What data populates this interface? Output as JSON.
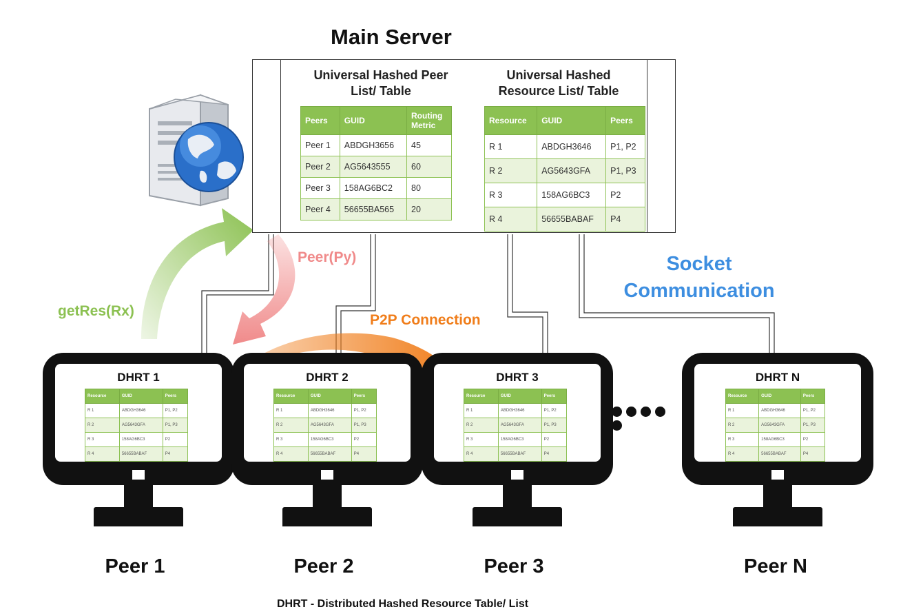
{
  "title": "Main Server",
  "peer_table": {
    "heading": "Universal Hashed Peer List/ Table",
    "columns": [
      "Peers",
      "GUID",
      "Routing Metric"
    ],
    "rows": [
      [
        "Peer 1",
        "ABDGH3656",
        "45"
      ],
      [
        "Peer 2",
        "AG5643555",
        "60"
      ],
      [
        "Peer 3",
        "158AG6BC2",
        "80"
      ],
      [
        "Peer 4",
        "56655BA565",
        "20"
      ]
    ]
  },
  "resource_table": {
    "heading": "Universal Hashed Resource List/ Table",
    "columns": [
      "Resource",
      "GUID",
      "Peers"
    ],
    "rows": [
      [
        "R 1",
        "ABDGH3646",
        "P1, P2"
      ],
      [
        "R 2",
        "AG5643GFA",
        "P1, P3"
      ],
      [
        "R 3",
        "158AG6BC3",
        "P2"
      ],
      [
        "R 4",
        "56655BABAF",
        "P4"
      ]
    ]
  },
  "dhrt": {
    "columns": [
      "Resource",
      "GUID",
      "Peers"
    ],
    "rows": [
      [
        "R 1",
        "ABDGH3646",
        "P1, P2"
      ],
      [
        "R 2",
        "AG5643GFA",
        "P1, P3"
      ],
      [
        "R 3",
        "158AG6BC3",
        "P2"
      ],
      [
        "R 4",
        "56655BABAF",
        "P4"
      ]
    ]
  },
  "monitors": [
    {
      "dhrt_label": "DHRT 1",
      "peer_label": "Peer 1"
    },
    {
      "dhrt_label": "DHRT 2",
      "peer_label": "Peer 2"
    },
    {
      "dhrt_label": "DHRT 3",
      "peer_label": "Peer 3"
    },
    {
      "dhrt_label": "DHRT N",
      "peer_label": "Peer N"
    }
  ],
  "labels": {
    "get_res": "getRes(Rx)",
    "peer_py": "Peer(Py)",
    "p2p": "P2P Connection",
    "socket": "Socket Communication"
  },
  "colors": {
    "table_header": "#8cc152",
    "get_res_arrow": "#8cc152",
    "peer_py_arrow": "#f08a8a",
    "p2p_arrow": "#f07d1a",
    "socket_text": "#3d8ee0"
  },
  "footnote": "DHRT - Distributed Hashed Resource Table/ List"
}
